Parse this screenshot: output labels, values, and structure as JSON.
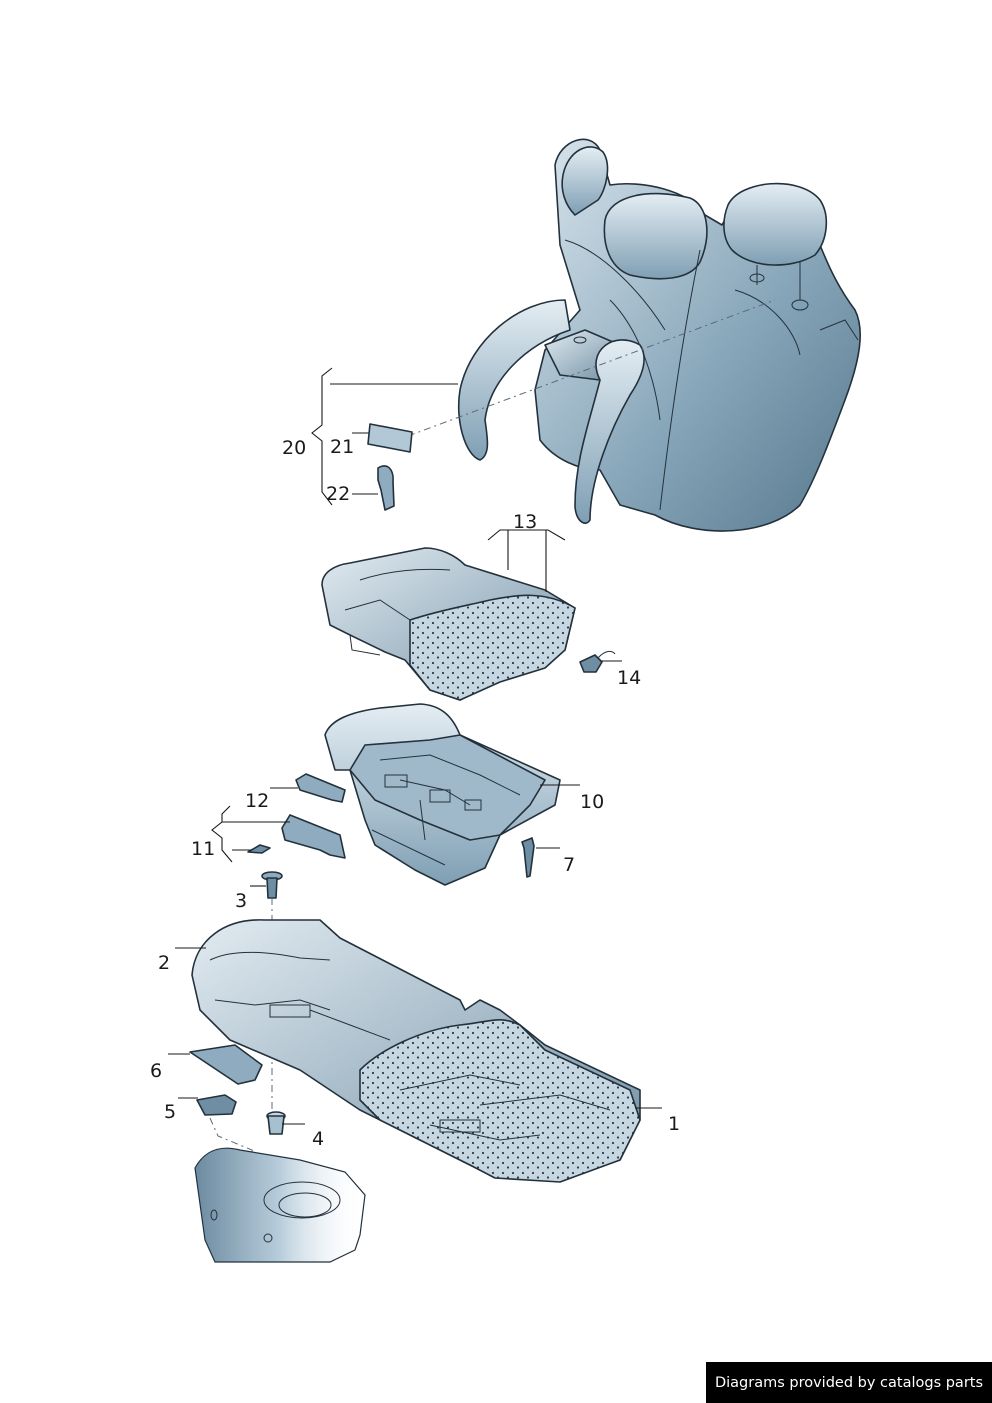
{
  "diagram": {
    "callouts": [
      {
        "id": "1",
        "text": "1"
      },
      {
        "id": "2",
        "text": "2"
      },
      {
        "id": "3",
        "text": "3"
      },
      {
        "id": "4",
        "text": "4"
      },
      {
        "id": "5",
        "text": "5"
      },
      {
        "id": "6",
        "text": "6"
      },
      {
        "id": "7",
        "text": "7"
      },
      {
        "id": "10",
        "text": "10"
      },
      {
        "id": "11",
        "text": "11"
      },
      {
        "id": "12",
        "text": "12"
      },
      {
        "id": "13",
        "text": "13"
      },
      {
        "id": "14",
        "text": "14"
      },
      {
        "id": "20",
        "text": "20"
      },
      {
        "id": "21",
        "text": "21"
      },
      {
        "id": "22",
        "text": "22"
      }
    ],
    "colors": {
      "part_fill": "#9db7c8",
      "part_light": "#d6e3ec",
      "part_dark": "#5f7f95",
      "foam_fill": "#c3d4df",
      "outline": "#23313c"
    }
  },
  "footer": {
    "credit": "Diagrams provided by catalogs parts"
  }
}
